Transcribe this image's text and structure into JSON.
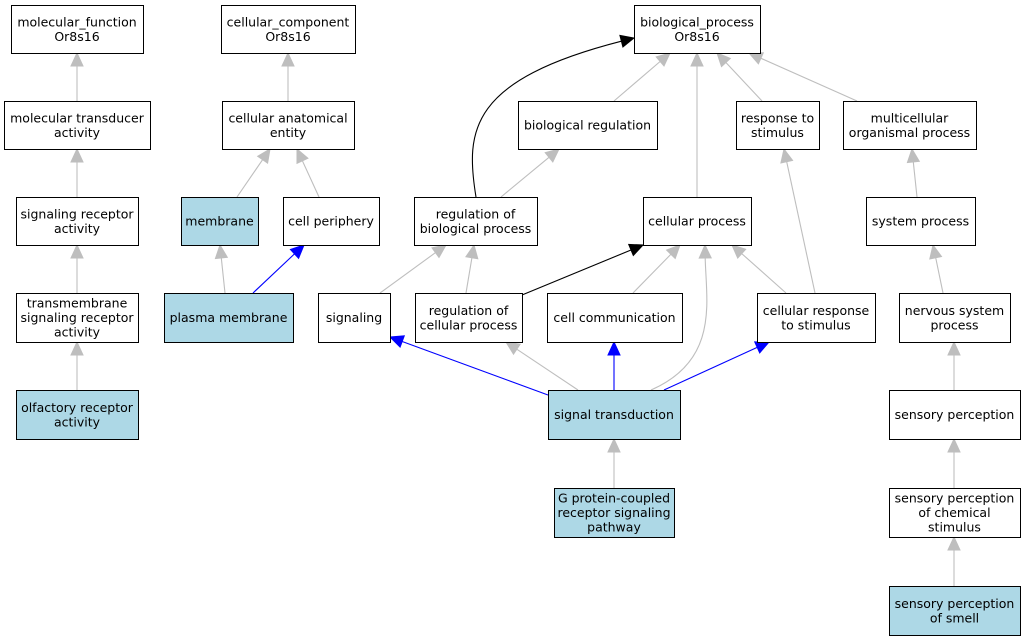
{
  "colors": {
    "highlight_fill": "#add8e6",
    "plain_fill": "#ffffff",
    "is_a_edge": "#bebebe",
    "regulates_edge": "#000000",
    "part_of_edge": "#0000ff"
  },
  "nodes": {
    "mf": {
      "lines": [
        "molecular_function",
        "Or8s16"
      ],
      "highlight": false
    },
    "mta": {
      "lines": [
        "molecular transducer",
        "activity"
      ],
      "highlight": false
    },
    "sra": {
      "lines": [
        "signaling receptor",
        "activity"
      ],
      "highlight": false
    },
    "tsra": {
      "lines": [
        "transmembrane",
        "signaling receptor",
        "activity"
      ],
      "highlight": false
    },
    "ora": {
      "lines": [
        "olfactory receptor",
        "activity"
      ],
      "highlight": true
    },
    "cc": {
      "lines": [
        "cellular_component",
        "Or8s16"
      ],
      "highlight": false
    },
    "cae": {
      "lines": [
        "cellular anatomical",
        "entity"
      ],
      "highlight": false
    },
    "mem": {
      "lines": [
        "membrane"
      ],
      "highlight": true
    },
    "cp": {
      "lines": [
        "cell periphery"
      ],
      "highlight": false
    },
    "pm": {
      "lines": [
        "plasma membrane"
      ],
      "highlight": true
    },
    "bp": {
      "lines": [
        "biological_process",
        "Or8s16"
      ],
      "highlight": false
    },
    "breg": {
      "lines": [
        "biological regulation"
      ],
      "highlight": false
    },
    "rts": {
      "lines": [
        "response to",
        "stimulus"
      ],
      "highlight": false
    },
    "mop": {
      "lines": [
        "multicellular",
        "organismal process"
      ],
      "highlight": false
    },
    "rbp": {
      "lines": [
        "regulation of",
        "biological process"
      ],
      "highlight": false
    },
    "cpr": {
      "lines": [
        "cellular process"
      ],
      "highlight": false
    },
    "sp": {
      "lines": [
        "system process"
      ],
      "highlight": false
    },
    "sig": {
      "lines": [
        "signaling"
      ],
      "highlight": false
    },
    "rcp": {
      "lines": [
        "regulation of",
        "cellular process"
      ],
      "highlight": false
    },
    "cc2": {
      "lines": [
        "cell communication"
      ],
      "highlight": false
    },
    "crs": {
      "lines": [
        "cellular response",
        "to stimulus"
      ],
      "highlight": false
    },
    "nsp": {
      "lines": [
        "nervous system",
        "process"
      ],
      "highlight": false
    },
    "st": {
      "lines": [
        "signal transduction"
      ],
      "highlight": true
    },
    "spe": {
      "lines": [
        "sensory perception"
      ],
      "highlight": false
    },
    "gpcr": {
      "lines": [
        "G protein-coupled",
        "receptor signaling",
        "pathway"
      ],
      "highlight": true
    },
    "spcs": {
      "lines": [
        "sensory perception",
        "of chemical",
        "stimulus"
      ],
      "highlight": false
    },
    "sps": {
      "lines": [
        "sensory perception",
        "of smell"
      ],
      "highlight": true
    }
  },
  "edges": [
    {
      "from": "mta",
      "to": "mf",
      "relation": "is_a"
    },
    {
      "from": "sra",
      "to": "mta",
      "relation": "is_a"
    },
    {
      "from": "tsra",
      "to": "sra",
      "relation": "is_a"
    },
    {
      "from": "ora",
      "to": "tsra",
      "relation": "is_a"
    },
    {
      "from": "cae",
      "to": "cc",
      "relation": "is_a"
    },
    {
      "from": "mem",
      "to": "cae",
      "relation": "is_a"
    },
    {
      "from": "cp",
      "to": "cae",
      "relation": "is_a"
    },
    {
      "from": "pm",
      "to": "mem",
      "relation": "is_a"
    },
    {
      "from": "pm",
      "to": "cp",
      "relation": "part_of"
    },
    {
      "from": "breg",
      "to": "bp",
      "relation": "is_a"
    },
    {
      "from": "cpr",
      "to": "bp",
      "relation": "is_a"
    },
    {
      "from": "rts",
      "to": "bp",
      "relation": "is_a"
    },
    {
      "from": "mop",
      "to": "bp",
      "relation": "is_a"
    },
    {
      "from": "rbp",
      "to": "bp",
      "relation": "regulates"
    },
    {
      "from": "rbp",
      "to": "breg",
      "relation": "is_a"
    },
    {
      "from": "sp",
      "to": "mop",
      "relation": "is_a"
    },
    {
      "from": "sig",
      "to": "rbp",
      "relation": "is_a"
    },
    {
      "from": "rcp",
      "to": "rbp",
      "relation": "is_a"
    },
    {
      "from": "rcp",
      "to": "cpr",
      "relation": "regulates"
    },
    {
      "from": "cc2",
      "to": "cpr",
      "relation": "is_a"
    },
    {
      "from": "crs",
      "to": "cpr",
      "relation": "is_a"
    },
    {
      "from": "crs",
      "to": "rts",
      "relation": "is_a"
    },
    {
      "from": "nsp",
      "to": "sp",
      "relation": "is_a"
    },
    {
      "from": "st",
      "to": "sig",
      "relation": "part_of"
    },
    {
      "from": "st",
      "to": "rcp",
      "relation": "is_a"
    },
    {
      "from": "st",
      "to": "cc2",
      "relation": "part_of"
    },
    {
      "from": "st",
      "to": "cpr",
      "relation": "is_a"
    },
    {
      "from": "st",
      "to": "crs",
      "relation": "part_of"
    },
    {
      "from": "spe",
      "to": "nsp",
      "relation": "is_a"
    },
    {
      "from": "gpcr",
      "to": "st",
      "relation": "is_a"
    },
    {
      "from": "spcs",
      "to": "spe",
      "relation": "is_a"
    },
    {
      "from": "sps",
      "to": "spcs",
      "relation": "is_a"
    }
  ]
}
